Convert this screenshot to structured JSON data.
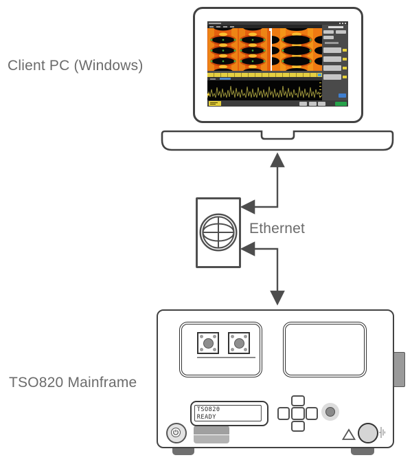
{
  "diagram": {
    "client_pc": {
      "label": "Client PC (Windows)"
    },
    "ethernet": {
      "label": "Ethernet"
    },
    "mainframe": {
      "label": "TSO820 Mainframe",
      "lcd": {
        "line1": "TSO820",
        "line2": "READY"
      }
    }
  },
  "icons": {
    "ethernet_hub": "globe-grid-icon",
    "power": "power-icon",
    "warning": "warning-triangle-icon",
    "ground": "ground-terminal-icon",
    "dpad": "dpad-navigation"
  },
  "colors": {
    "outline": "#424242",
    "arrow": "#4d4d4d",
    "label_text": "#6b6b6b",
    "eye_orange": "#e4600e",
    "eye_yellow": "#f5a81c",
    "eye_black": "#080808",
    "eye_green_dot": "#49b13c",
    "scope_sidebar": "#4a4a4a",
    "scope_yellow": "#e5cf42",
    "scope_green_button": "#26a24a",
    "scope_blue_button": "#3f7fd0"
  }
}
